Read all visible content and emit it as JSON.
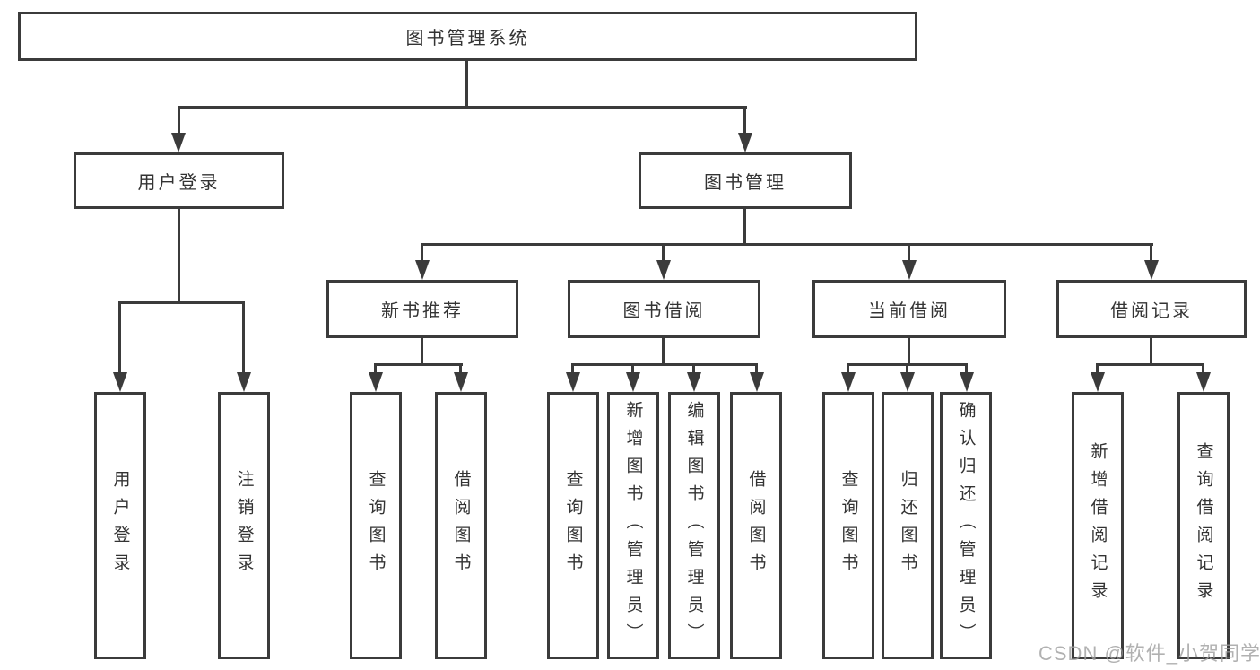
{
  "diagram_title": "图书管理系统",
  "tree": {
    "root": {
      "label": "图书管理系统"
    },
    "branches": [
      {
        "label": "用户登录",
        "children": [
          {
            "label": "用户登录"
          },
          {
            "label": "注销登录"
          }
        ]
      },
      {
        "label": "图书管理",
        "children": [
          {
            "label": "新书推荐",
            "children": [
              {
                "label": "查询图书"
              },
              {
                "label": "借阅图书"
              }
            ]
          },
          {
            "label": "图书借阅",
            "children": [
              {
                "label": "查询图书"
              },
              {
                "label": "新增图书（管理员）"
              },
              {
                "label": "编辑图书（管理员）"
              },
              {
                "label": "借阅图书"
              }
            ]
          },
          {
            "label": "当前借阅",
            "children": [
              {
                "label": "查询图书"
              },
              {
                "label": "归还图书"
              },
              {
                "label": "确认归还（管理员）"
              }
            ]
          },
          {
            "label": "借阅记录",
            "children": [
              {
                "label": "新增借阅记录"
              },
              {
                "label": "查询借阅记录"
              }
            ]
          }
        ]
      }
    ]
  },
  "watermark": "CSDN @软件_小贺同学",
  "colors": {
    "line": "#3b3b3b",
    "text": "#333333",
    "watermark": "#9e9e9e",
    "background": "#ffffff"
  }
}
